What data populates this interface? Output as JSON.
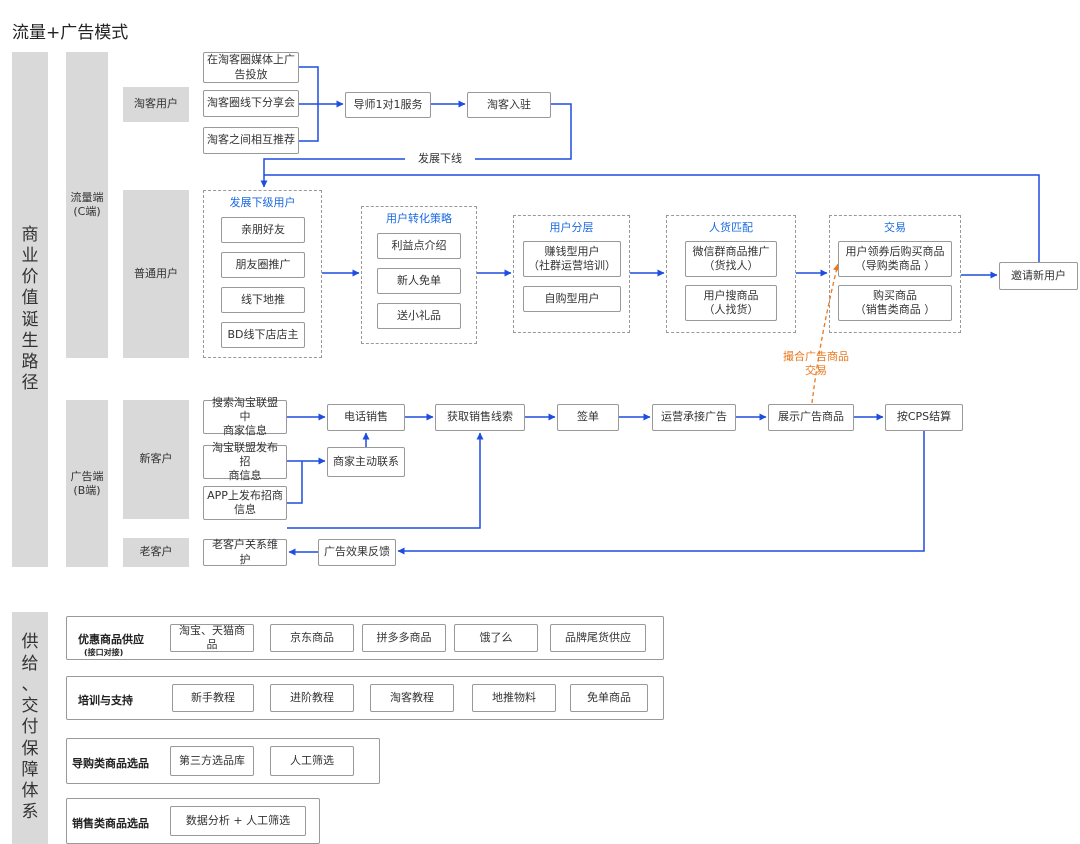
{
  "page_title": "流量+广告模式",
  "left_label_top": [
    "商",
    "业",
    "价",
    "值",
    "诞",
    "生",
    "路",
    "径"
  ],
  "left_label_bottom": [
    "供",
    "给",
    "、",
    "交",
    "付",
    "保",
    "障",
    "体",
    "系"
  ],
  "c_side": {
    "line1": "流量端",
    "line2": "(C端)"
  },
  "b_side": {
    "line1": "广告端",
    "line2": "(B端)"
  },
  "row_labels": {
    "taoke": "淘客用户",
    "normal": "普通用户",
    "new_client": "新客户",
    "old_client": "老客户"
  },
  "taoke_sources": [
    "在淘客圈媒体上广告投放",
    "淘客圈线下分享会",
    "淘客之间相互推荐"
  ],
  "mentor": "导师1对1服务",
  "settle": "淘客入驻",
  "develop_offline": "发展下线",
  "groups": {
    "develop": {
      "title": "发展下级用户",
      "items": [
        "亲朋好友",
        "朋友圈推广",
        "线下地推",
        "BD线下店店主"
      ]
    },
    "strategy": {
      "title": "用户转化策略",
      "items": [
        "利益点介绍",
        "新人免单",
        "送小礼品"
      ]
    },
    "layer": {
      "title": "用户分层",
      "items": [
        "赚钱型用户\n（社群运营培训）",
        "自购型用户"
      ]
    },
    "match": {
      "title": "人货匹配",
      "items": [
        "微信群商品推广\n（货找人）",
        "用户搜商品\n（人找货）"
      ]
    },
    "trade": {
      "title": "交易",
      "items": [
        "用户领券后购买商品\n（导购类商品 ）",
        "购买商品\n（销售类商品 ）"
      ]
    }
  },
  "invite": "邀请新用户",
  "ad_match_label": "撮合广告商品\n交易",
  "b_sources": [
    "搜索淘宝联盟中\n商家信息",
    "淘宝联盟发布招\n商信息",
    "APP上发布招商\n信息"
  ],
  "b_flow": {
    "phone_sale": "电话销售",
    "merchant_contact": "商家主动联系",
    "leads": "获取销售线索",
    "sign": "签单",
    "ops_ads": "运营承接广告",
    "show_ads": "展示广告商品",
    "cps": "按CPS结算",
    "feedback": "广告效果反馈",
    "maintain": "老客户关系维护"
  },
  "supply_sections": [
    {
      "title": "优惠商品供应",
      "subtitle": "(接口对接)",
      "items": [
        "淘宝、天猫商品",
        "京东商品",
        "拼多多商品",
        "饿了么",
        "品牌尾货供应"
      ]
    },
    {
      "title": "培训与支持",
      "subtitle": "",
      "items": [
        "新手教程",
        "进阶教程",
        "淘客教程",
        "地推物料",
        "免单商品"
      ]
    },
    {
      "title": "导购类商品选品",
      "subtitle": "",
      "items": [
        "第三方选品库",
        "人工筛选"
      ]
    },
    {
      "title": "销售类商品选品",
      "subtitle": "",
      "items": [
        "数据分析 + 人工筛选"
      ]
    }
  ],
  "colors": {
    "arrow": "#1f4de0",
    "highlight": "#e9781e",
    "group_title": "#1a6ae0",
    "panel": "#d9d9d9"
  }
}
